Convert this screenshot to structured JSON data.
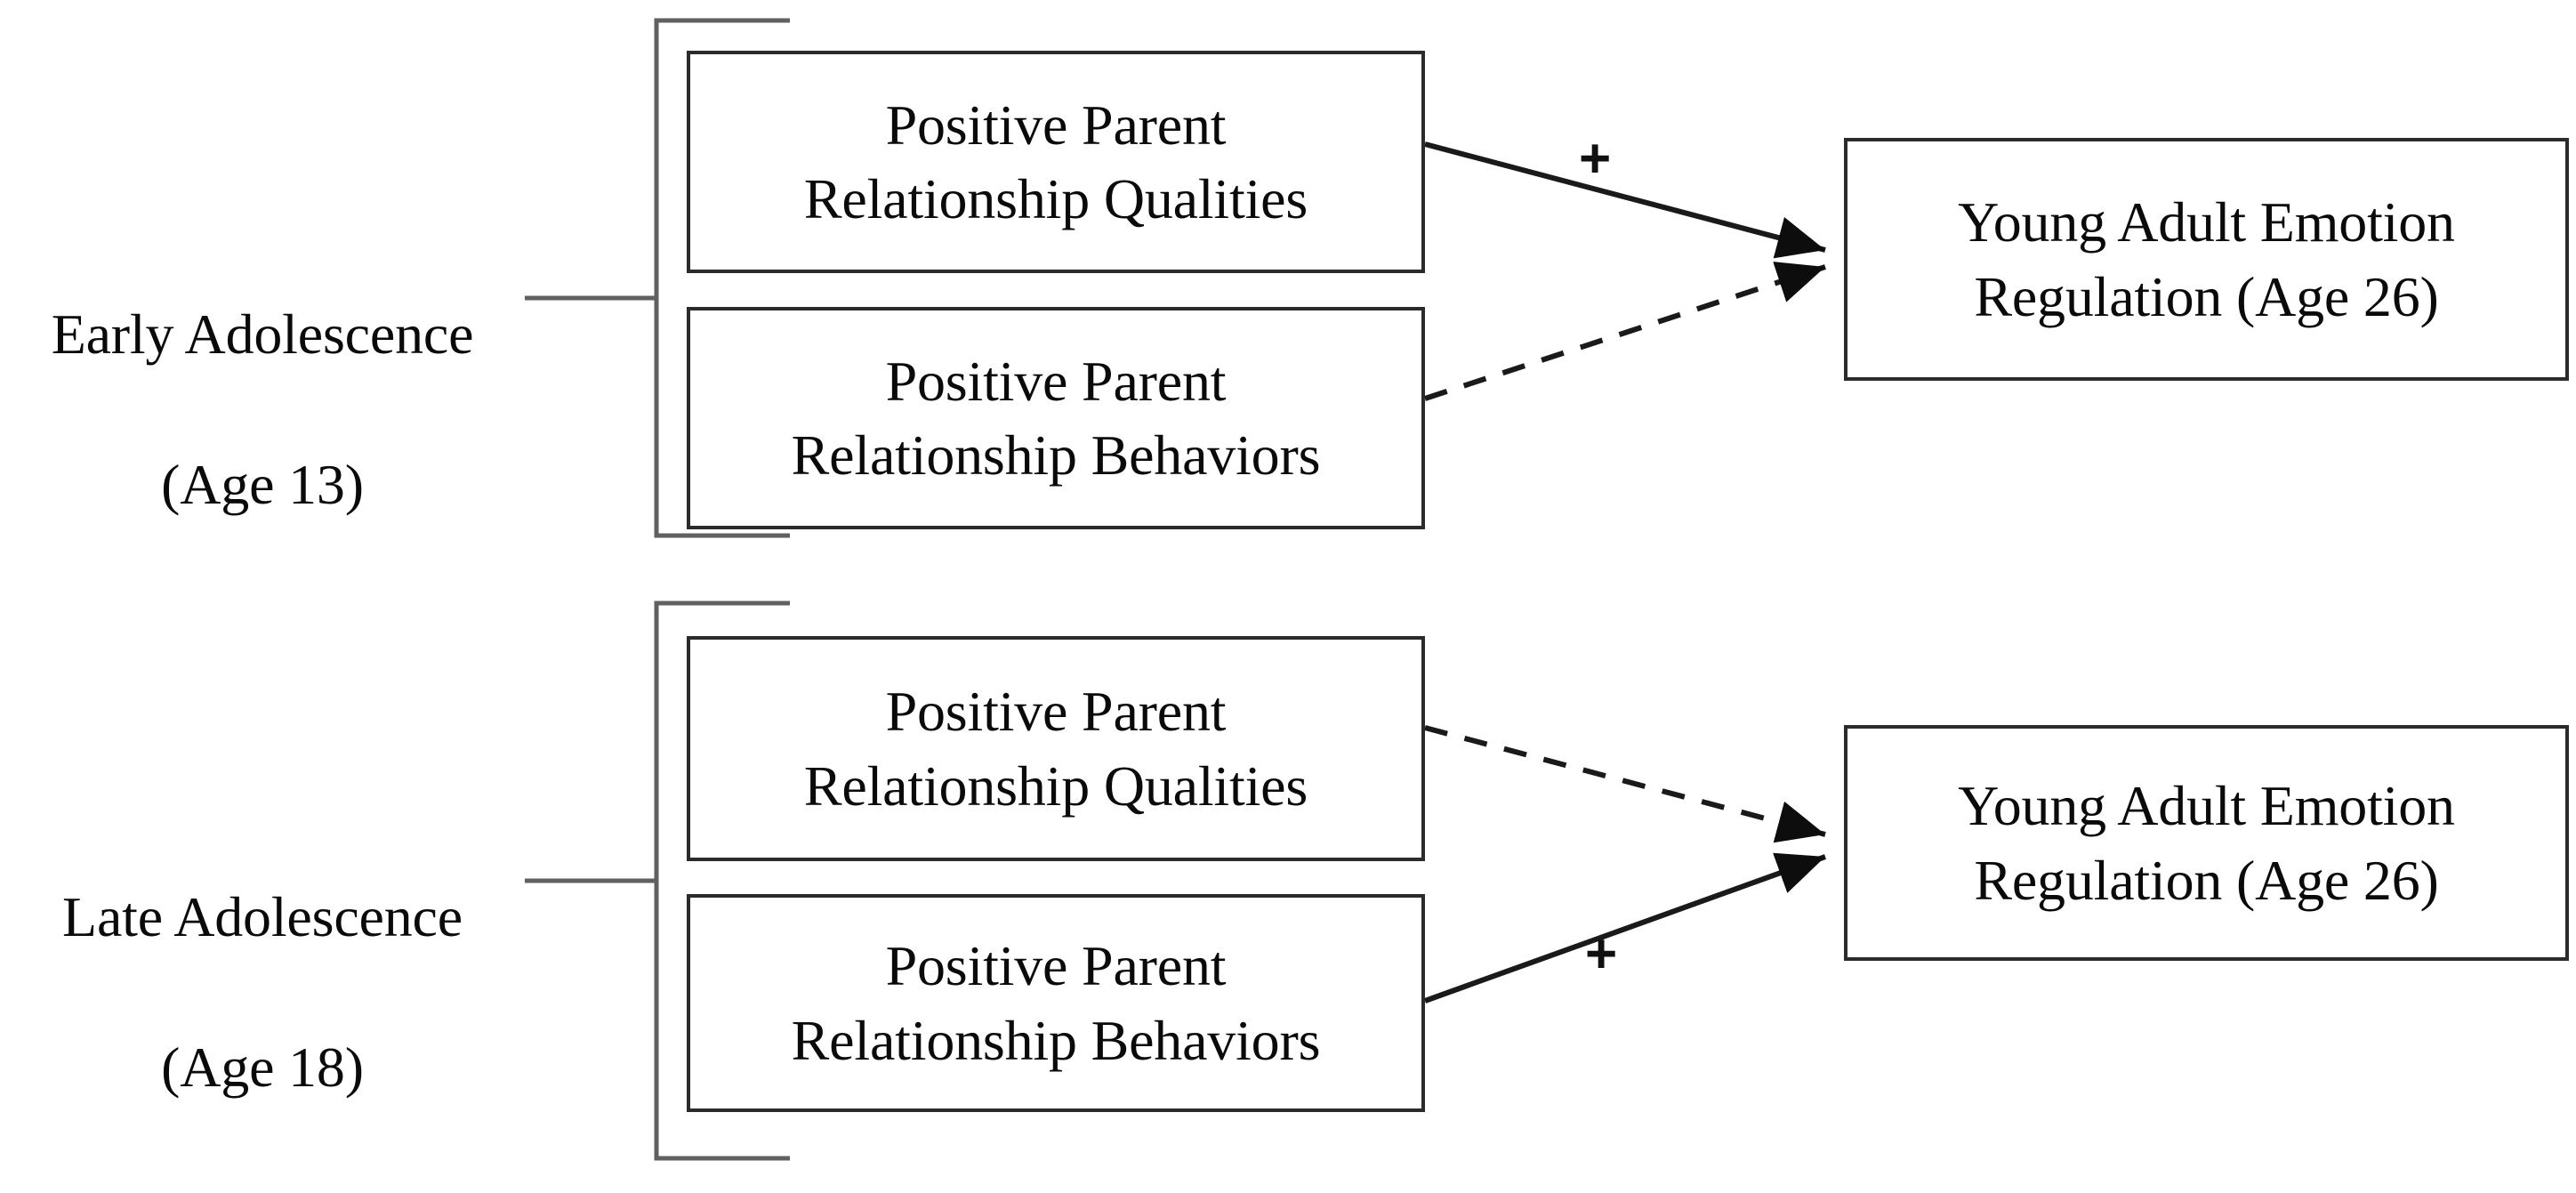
{
  "figure": {
    "background_color": "#ffffff",
    "line_color": "#2b2b2b",
    "text_color": "#0a0a0a"
  },
  "groups": [
    {
      "id": "early-adolescence",
      "label": "Early Adolescence\n(Age 13)",
      "label_line1": "Early Adolescence",
      "label_line2": "(Age 13)",
      "sources": [
        {
          "id": "early-qualities",
          "label": "Positive Parent\nRelationship Qualities",
          "line1": "Positive Parent",
          "line2": "Relationship Qualities"
        },
        {
          "id": "early-behaviors",
          "label": "Positive Parent\nRelationship Behaviors",
          "line1": "Positive Parent",
          "line2": "Relationship Behaviors"
        }
      ],
      "target": {
        "id": "early-outcome",
        "label": "Young Adult Emotion\nRegulation (Age 26)",
        "line1": "Young Adult Emotion",
        "line2": "Regulation (Age 26)"
      },
      "edges": [
        {
          "id": "early-qualities-to-outcome",
          "from": "early-qualities",
          "to": "early-outcome",
          "style": "solid",
          "sign": "+",
          "sign_label": "+"
        },
        {
          "id": "early-behaviors-to-outcome",
          "from": "early-behaviors",
          "to": "early-outcome",
          "style": "dashed",
          "sign": "",
          "sign_label": ""
        }
      ]
    },
    {
      "id": "late-adolescence",
      "label": "Late Adolescence\n(Age 18)",
      "label_line1": "Late Adolescence",
      "label_line2": "(Age 18)",
      "sources": [
        {
          "id": "late-qualities",
          "label": "Positive Parent\nRelationship Qualities",
          "line1": "Positive Parent",
          "line2": "Relationship Qualities"
        },
        {
          "id": "late-behaviors",
          "label": "Positive Parent\nRelationship Behaviors",
          "line1": "Positive Parent",
          "line2": "Relationship Behaviors"
        }
      ],
      "target": {
        "id": "late-outcome",
        "label": "Young Adult Emotion\nRegulation (Age 26)",
        "line1": "Young Adult Emotion",
        "line2": "Regulation (Age 26)"
      },
      "edges": [
        {
          "id": "late-qualities-to-outcome",
          "from": "late-qualities",
          "to": "late-outcome",
          "style": "dashed",
          "sign": "",
          "sign_label": ""
        },
        {
          "id": "late-behaviors-to-outcome",
          "from": "late-behaviors",
          "to": "late-outcome",
          "style": "solid",
          "sign": "+",
          "sign_label": "+"
        }
      ]
    }
  ],
  "signs": {
    "early_plus": "+",
    "late_plus": "+"
  }
}
